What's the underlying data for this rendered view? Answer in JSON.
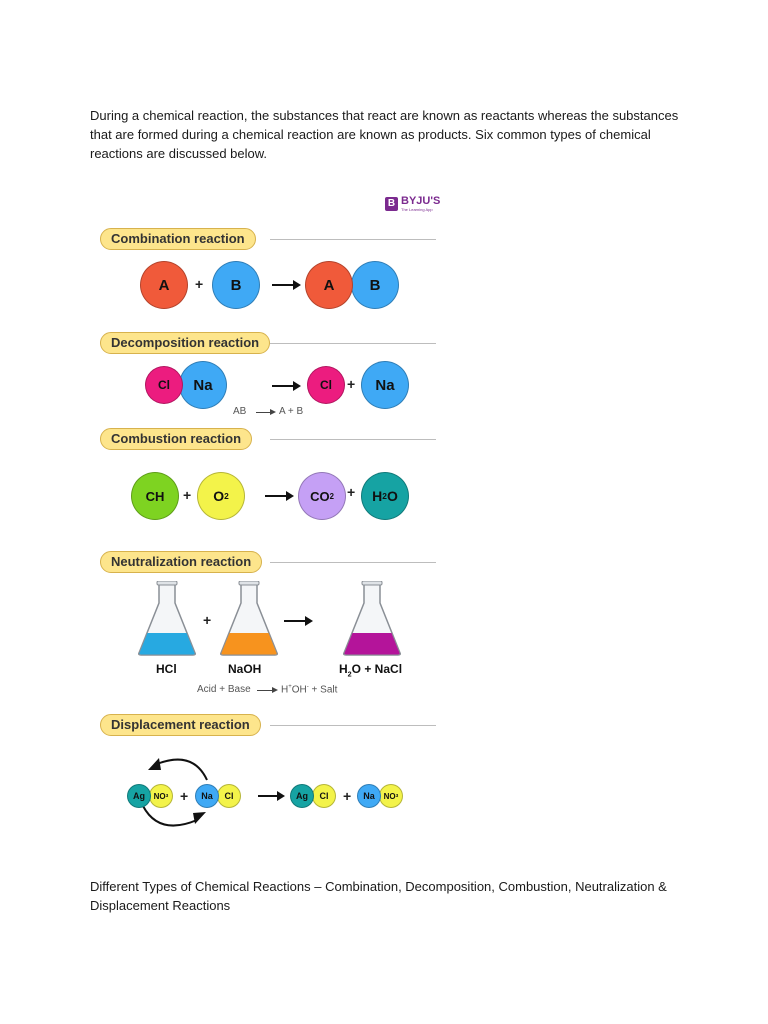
{
  "intro_text": "During a chemical reaction, the substances that react are known as reactants whereas the substances that are formed during a chemical reaction are known as products. Six common types of chemical reactions are discussed below.",
  "caption_text": "Different Types of Chemical Reactions – Combination, Decomposition, Combustion, Neutralization & Displacement Reactions",
  "logo": {
    "mark": "B",
    "name": "BYJU'S",
    "tagline": "The Learning App"
  },
  "reactions": {
    "combination": {
      "label": "Combination reaction",
      "a": "A",
      "b": "B"
    },
    "decomposition": {
      "label": "Decomposition reaction",
      "cl": "Cl",
      "na": "Na",
      "equation_left": "AB",
      "equation_right": "A + B"
    },
    "combustion": {
      "label": "Combustion reaction",
      "ch": "CH",
      "o": "O",
      "o_sub": "2",
      "co": "CO",
      "co_sub": "2",
      "h": "H",
      "h_sub": "2",
      "h_o": "O"
    },
    "neutralization": {
      "label": "Neutralization reaction",
      "hcl": "HCl",
      "naoh": "NaOH",
      "product_h": "H",
      "product_sub": "2",
      "product_rest": "O + NaCl",
      "equation_left": "Acid + Base",
      "eq_h": "H",
      "eq_plus": "+",
      "eq_oh": "OH",
      "eq_minus": "-",
      "eq_salt": " + Salt"
    },
    "displacement": {
      "label": "Displacement reaction",
      "ag": "Ag",
      "no": "NO",
      "no_sub": "3",
      "na": "Na",
      "cl": "Cl"
    }
  },
  "operators": {
    "plus": "+"
  },
  "colors": {
    "label_bg": "#fde58c",
    "red_atom": "#f05a3a",
    "blue_atom": "#3fa9f5",
    "pink_atom": "#ec1c7f",
    "green_atom": "#7ed321",
    "yellow_atom": "#f3f34a",
    "lavender_atom": "#c5a0f5",
    "teal_atom": "#16a3a3",
    "acid_blue": "#27a9e1",
    "base_orange": "#f7931e",
    "product_purple": "#b4149a"
  }
}
